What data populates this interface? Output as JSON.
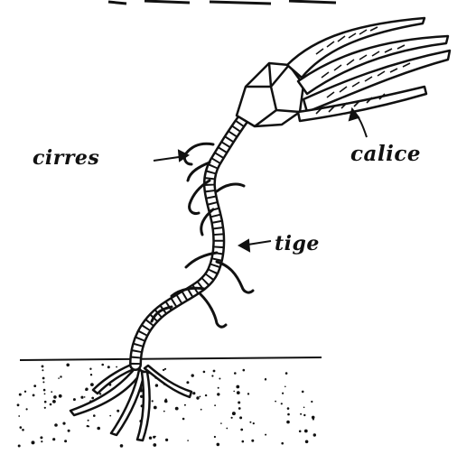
{
  "labels": {
    "cirres": "cirres",
    "calice": "calice",
    "tige": "tige"
  },
  "colors": {
    "ink": "#111111",
    "paper": "#ffffff"
  }
}
